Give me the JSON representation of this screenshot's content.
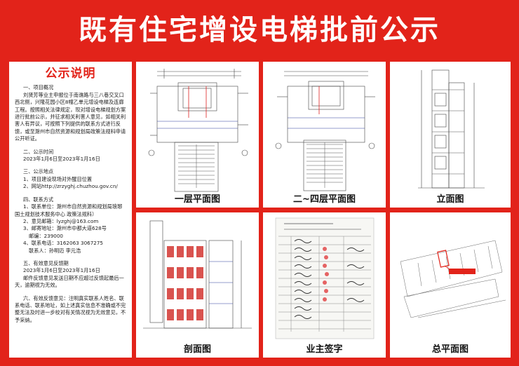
{
  "page_title": "既有住宅增设电梯批前公示",
  "notice": {
    "heading": "公示说明",
    "s1_title": "一、项目概况",
    "s1_body": "刘贤芳等业主申报位于南谯路与三八巷交叉口西北侧，兴隆花园小区8幢乙单元增设电梯及连廊工程。按照相关法律规定，现对增设电梯规划方案进行批前公示，并征求相关利害人意见，如相关利害人有异议，可按照下列提供的联系方式进行反馈，或至滁州市自然资源和规划局政策法规科申请公开听证。",
    "s2_title": "二、公示时间",
    "s2_body": "2023年1月6日至2023年1月16日",
    "s3_title": "三、公示地点",
    "s3_item1": "1、项目建设现场对外醒目位置",
    "s3_item2": "2、网站http://zrzyghj.chuzhou.gov.cn/",
    "s4_title": "四、联系方式",
    "s4_item1": "1、联系单位：滁州市自然资源和规划局琅琊国土规划技术服务中心  政策法规科）",
    "s4_item2": "2、意见邮箱：lyzghj@163.com",
    "s4_item3": "3、邮寄地址：滁州市中都大道628号",
    "s4_item3b": "邮编：239000",
    "s4_item4": "4、联系电话：3162063   3067275",
    "s4_item4b": "联系人：孙明迈  李元浩",
    "s5_title": "五、有效意见反馈期",
    "s5_body": "2023年1月6日至2023年1月16日",
    "s5_note": "邮件反馈意见发送日期不应超过反馈起最后一天，逾期视为无效。",
    "s6_title": "六、有效反馈意见：注明真实联系人姓名、联系电话、联系地址，如上述真实信息不准确或不完整无法及时进一步校对有关情况视为无效意见，不予采纳。"
  },
  "panels": {
    "p1": "一层平面图",
    "p2": "二~四层平面图",
    "p3": "立面图",
    "p4": "剖面图",
    "p5": "业主签字",
    "p6": "总平面图"
  }
}
